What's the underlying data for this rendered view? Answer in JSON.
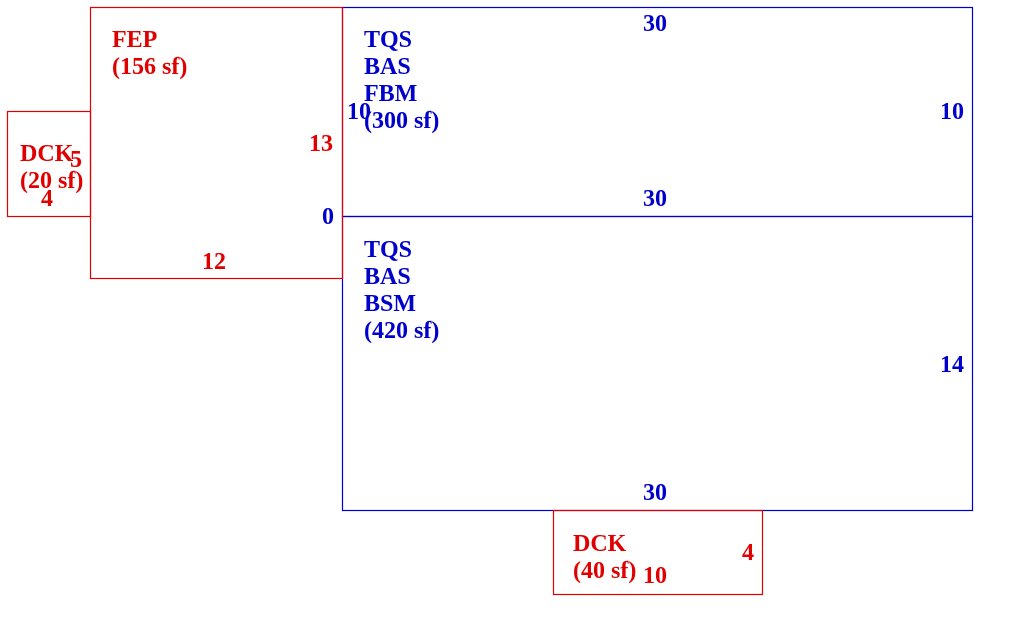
{
  "colors": {
    "main": "#0000cc",
    "addition": "#e00000"
  },
  "areas": {
    "upper_main": {
      "codes": [
        "TQS",
        "BAS",
        "FBM"
      ],
      "area": "(300 sf)",
      "dim_top": "30",
      "dim_bottom": "30",
      "dim_left": "10",
      "dim_right": "10"
    },
    "lower_main": {
      "codes": [
        "TQS",
        "BAS",
        "BSM"
      ],
      "area": "(420 sf)",
      "dim_bottom": "30",
      "dim_right": "14"
    },
    "fep": {
      "code": "FEP",
      "area": "(156 sf)",
      "dim_right": "13",
      "dim_bottom": "12",
      "dim_zero": "0"
    },
    "deck_left": {
      "code": "DCK",
      "area": "(20 sf)",
      "dim_side": "5",
      "dim_bottom": "4"
    },
    "deck_bottom": {
      "code": "DCK",
      "area": "(40 sf)",
      "dim_right": "4",
      "dim_bottom": "10"
    }
  }
}
